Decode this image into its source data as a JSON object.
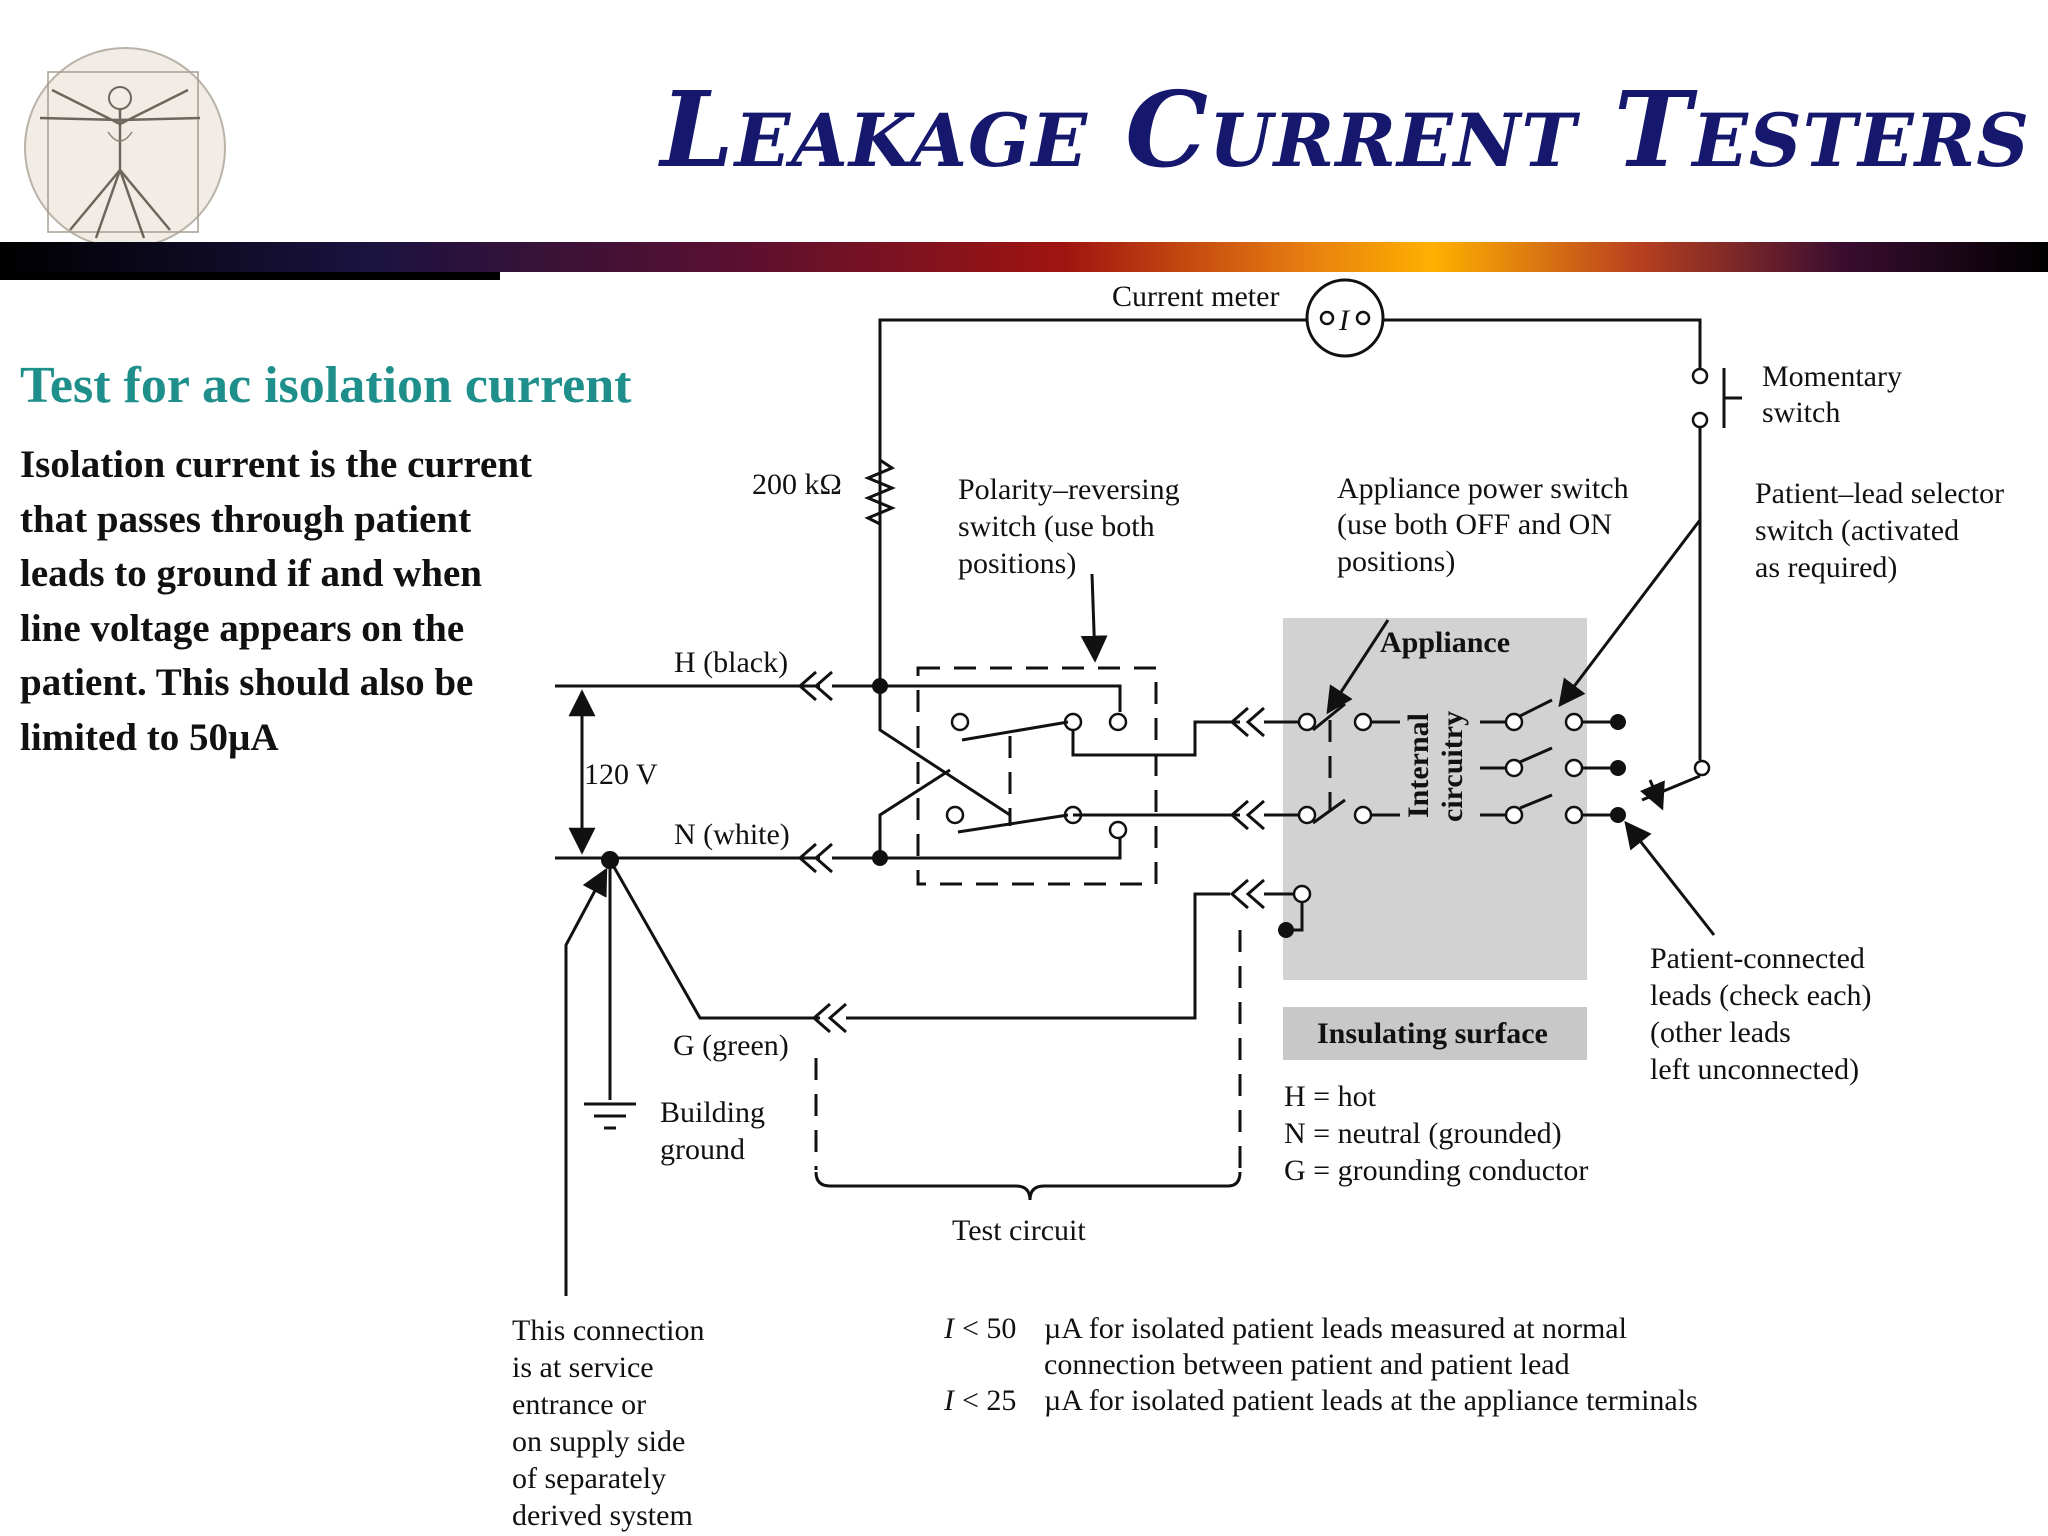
{
  "slide": {
    "title": "Leakage Current Testers",
    "subtitle": "Test for ac isolation current",
    "body_lines": [
      "Isolation current is the current",
      "that passes through patient",
      "leads to ground if  and when",
      "line voltage appears on the",
      "patient. This should also be",
      "limited to 50µA"
    ],
    "logo_icon": "vitruvian-man-icon",
    "colors": {
      "title": "#15186d",
      "subtitle": "#1f8f8c",
      "appliance_box": "#d2d2d2",
      "surface_box": "#c8c8c8"
    }
  },
  "diagram": {
    "current_meter": "Current meter",
    "meter_symbol": "I",
    "resistor": "200 kΩ",
    "momentary_switch": [
      "Momentary",
      "switch"
    ],
    "polarity_switch": [
      "Polarity–reversing",
      "switch (use both",
      "positions)"
    ],
    "power_switch": [
      "Appliance power switch",
      "(use both OFF and ON",
      "positions)"
    ],
    "selector_switch": [
      "Patient–lead selector",
      "switch (activated",
      "as required)"
    ],
    "hot": "H (black)",
    "neutral": "N (white)",
    "ground_wire": "G (green)",
    "voltage": "120 V",
    "appliance": "Appliance",
    "internal": "Internal",
    "circuitry": "circuitry",
    "insulating_surface": "Insulating surface",
    "building_ground": [
      "Building",
      "ground"
    ],
    "test_circuit": "Test circuit",
    "patient_leads": [
      "Patient-connected",
      "leads (check each)",
      "(other leads",
      "left unconnected)"
    ],
    "legend": [
      "H = hot",
      "N = neutral (grounded)",
      "G = grounding conductor"
    ],
    "connection_note": [
      "This connection",
      "is at service",
      "entrance or",
      "on supply side",
      "of separately",
      "derived system"
    ],
    "limits": [
      {
        "sym": "I",
        "op": "< 50",
        "text": "µA for isolated patient leads measured at normal"
      },
      {
        "sym": "",
        "op": "",
        "text": "connection between patient and patient lead"
      },
      {
        "sym": "I",
        "op": "< 25",
        "text": "µA for isolated patient leads at the appliance terminals"
      }
    ]
  }
}
